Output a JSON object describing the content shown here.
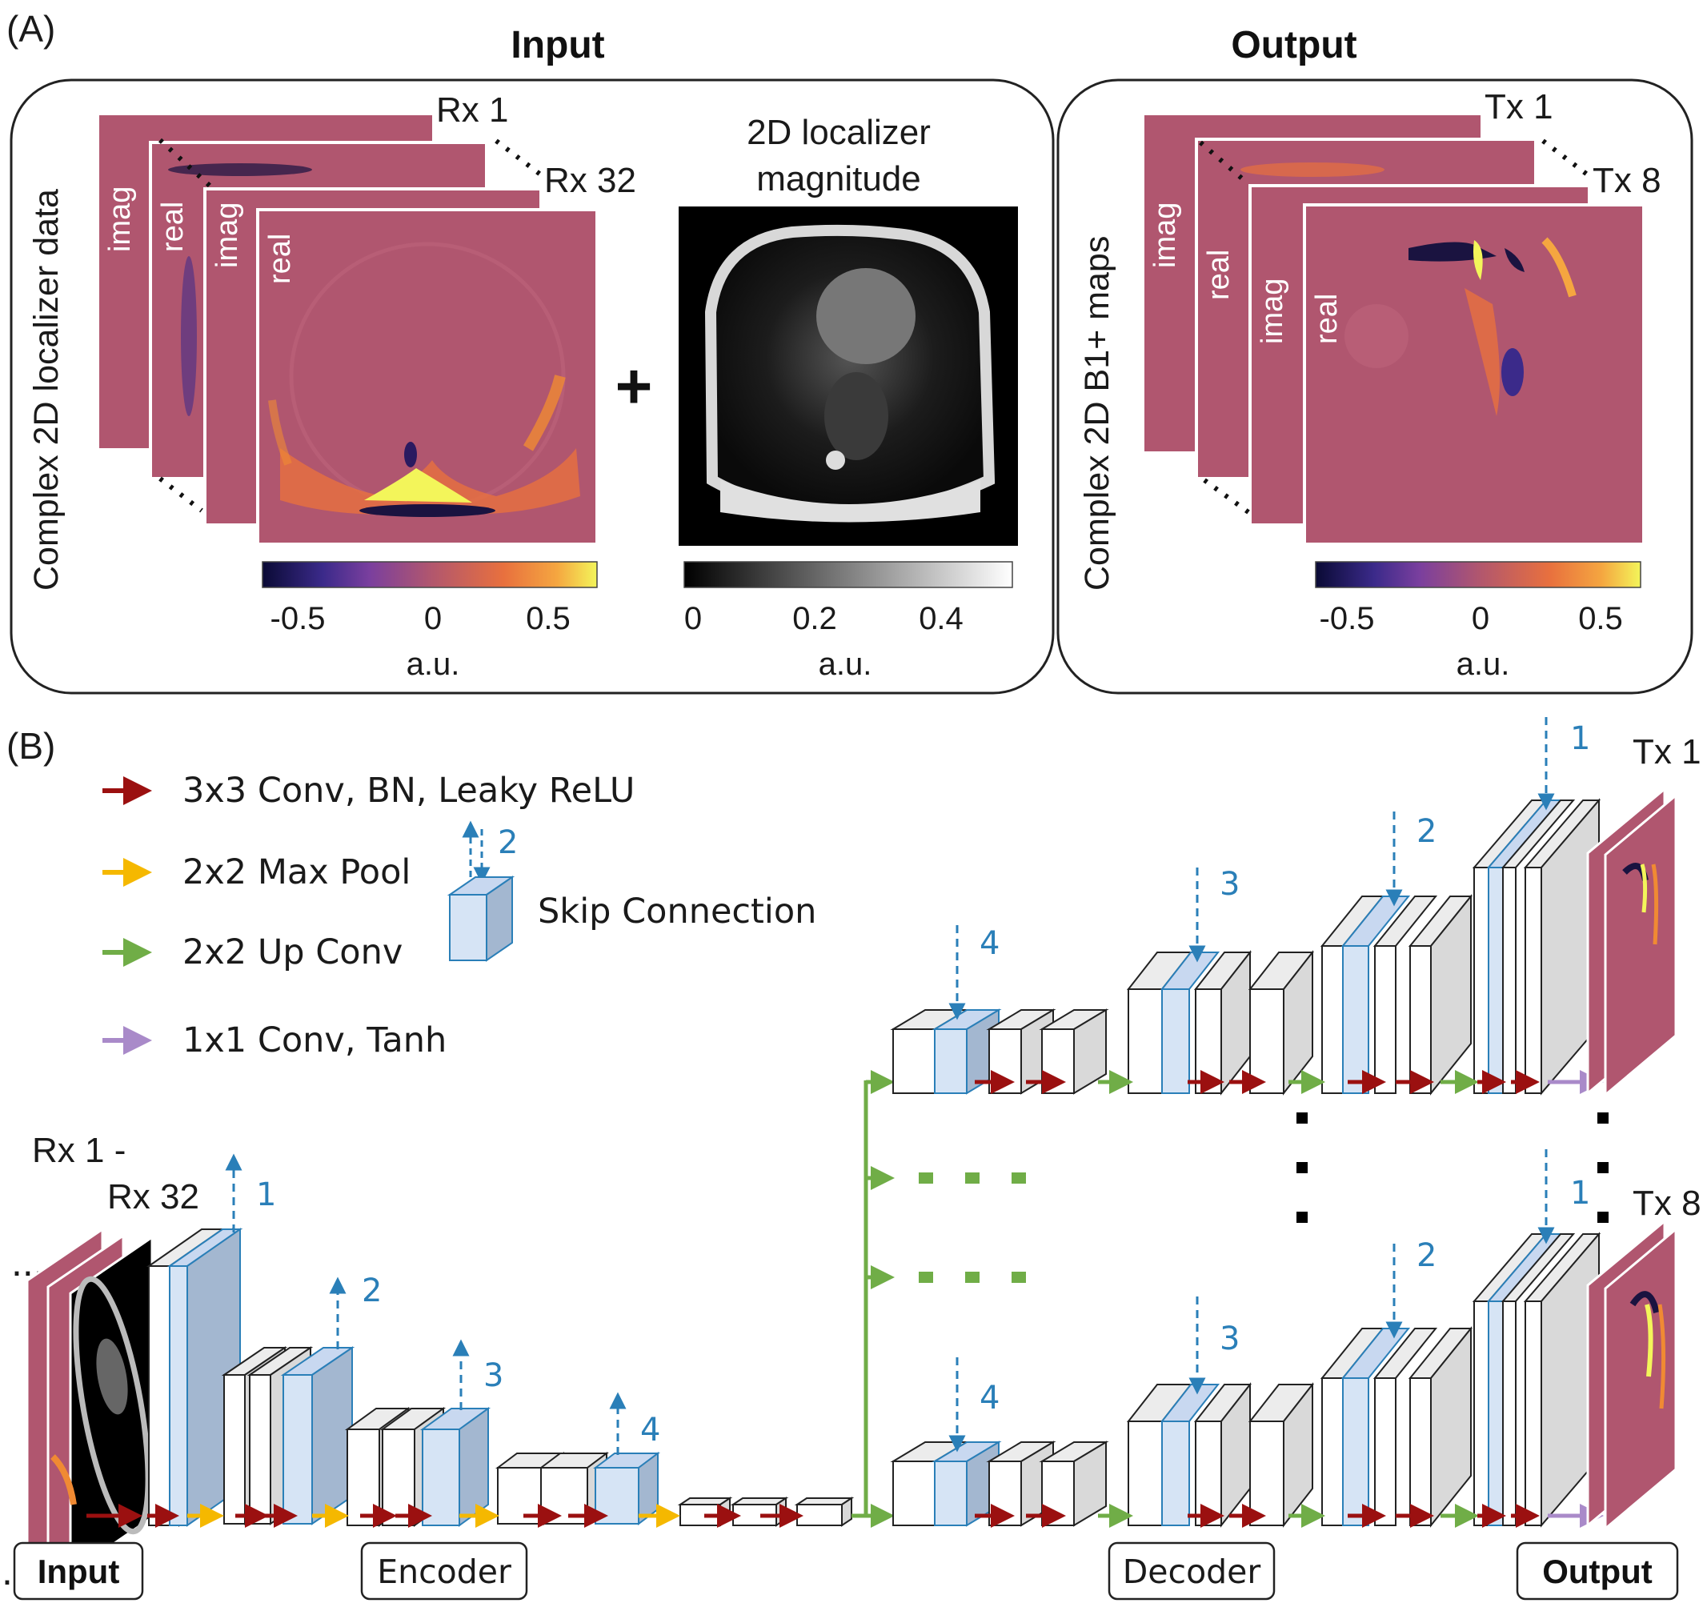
{
  "panel_a": {
    "label": "(A)",
    "input_title": "Input",
    "output_title": "Output",
    "input_ylabel": "Complex 2D localizer data",
    "output_ylabel": "Complex 2D B1+ maps",
    "rx_first": "Rx 1",
    "rx_last": "Rx 32",
    "tx_first": "Tx 1",
    "tx_last": "Tx 8",
    "imag": "imag",
    "real": "real",
    "plus": "+",
    "magnitude_title": [
      "2D localizer",
      "magnitude"
    ],
    "cbar_complex_ticks": [
      "-0.5",
      "0",
      "0.5"
    ],
    "cbar_mag_ticks": [
      "0",
      "0.2",
      "0.4"
    ],
    "cbar_unit": "a.u.",
    "colors": {
      "map_bg": "#b0566f",
      "colormap": [
        "#0a0a35",
        "#4c2f9a",
        "#b0566f",
        "#f08a33",
        "#f3f55a"
      ]
    }
  },
  "panel_b": {
    "label": "(B)",
    "legend": [
      {
        "label": "3x3 Conv, BN, Leaky ReLU",
        "color": "#9b1010"
      },
      {
        "label": "2x2 Max Pool",
        "color": "#f5b800"
      },
      {
        "label": "2x2 Up Conv",
        "color": "#70ad47"
      },
      {
        "label": "1x1 Conv, Tanh",
        "color": "#a98ac9"
      }
    ],
    "skip_label": "Skip Connection",
    "skip_example_number": "2",
    "input_stack_label": [
      "Rx 1 -",
      "Rx 32"
    ],
    "encoder_skip_numbers": [
      "1",
      "2",
      "3",
      "4"
    ],
    "decoder_skip_numbers": [
      "4",
      "3",
      "2",
      "1"
    ],
    "output_top_label": "Tx 1",
    "output_bottom_label": "Tx 8",
    "bottom_labels": {
      "input": "Input",
      "encoder": "Encoder",
      "decoder": "Decoder",
      "output": "Output"
    },
    "dots": "..."
  }
}
